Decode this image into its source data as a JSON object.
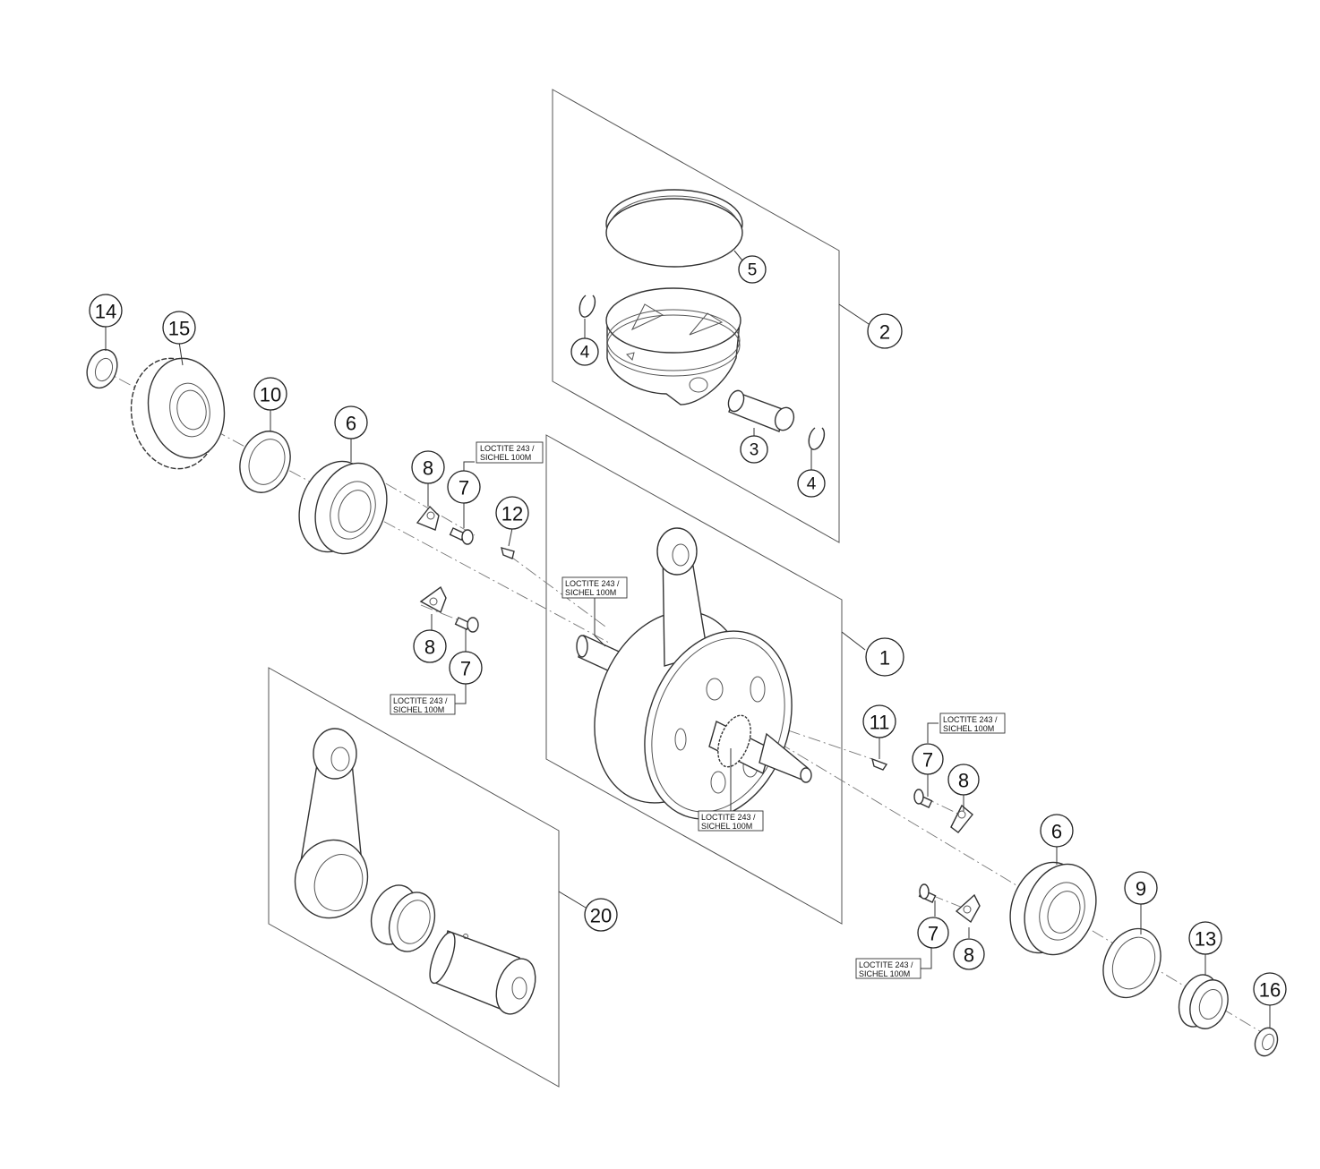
{
  "diagram": {
    "callouts": [
      {
        "id": "c1",
        "label": "1"
      },
      {
        "id": "c2",
        "label": "2"
      },
      {
        "id": "c3",
        "label": "3"
      },
      {
        "id": "c4a",
        "label": "4"
      },
      {
        "id": "c4b",
        "label": "4"
      },
      {
        "id": "c5",
        "label": "5"
      },
      {
        "id": "c6a",
        "label": "6"
      },
      {
        "id": "c6b",
        "label": "6"
      },
      {
        "id": "c7a",
        "label": "7"
      },
      {
        "id": "c7b",
        "label": "7"
      },
      {
        "id": "c7c",
        "label": "7"
      },
      {
        "id": "c7d",
        "label": "7"
      },
      {
        "id": "c8a",
        "label": "8"
      },
      {
        "id": "c8b",
        "label": "8"
      },
      {
        "id": "c8c",
        "label": "8"
      },
      {
        "id": "c8d",
        "label": "8"
      },
      {
        "id": "c9",
        "label": "9"
      },
      {
        "id": "c10",
        "label": "10"
      },
      {
        "id": "c11",
        "label": "11"
      },
      {
        "id": "c12",
        "label": "12"
      },
      {
        "id": "c13",
        "label": "13"
      },
      {
        "id": "c14",
        "label": "14"
      },
      {
        "id": "c15",
        "label": "15"
      },
      {
        "id": "c16",
        "label": "16"
      },
      {
        "id": "c20",
        "label": "20"
      }
    ],
    "notes": [
      {
        "id": "n1",
        "line1": "LOCTITE 243 /",
        "line2": "SICHEL 100M"
      },
      {
        "id": "n2",
        "line1": "LOCTITE 243 /",
        "line2": "SICHEL 100M"
      },
      {
        "id": "n3",
        "line1": "LOCTITE 243 /",
        "line2": "SICHEL 100M"
      },
      {
        "id": "n4",
        "line1": "LOCTITE 243 /",
        "line2": "SICHEL 100M"
      },
      {
        "id": "n5",
        "line1": "LOCTITE 243 /",
        "line2": "SICHEL 100M"
      },
      {
        "id": "n6",
        "line1": "LOCTITE 243 /",
        "line2": "SICHEL 100M"
      }
    ]
  },
  "colors": {
    "line": "#333333",
    "background": "#ffffff",
    "plane": "#555555"
  }
}
